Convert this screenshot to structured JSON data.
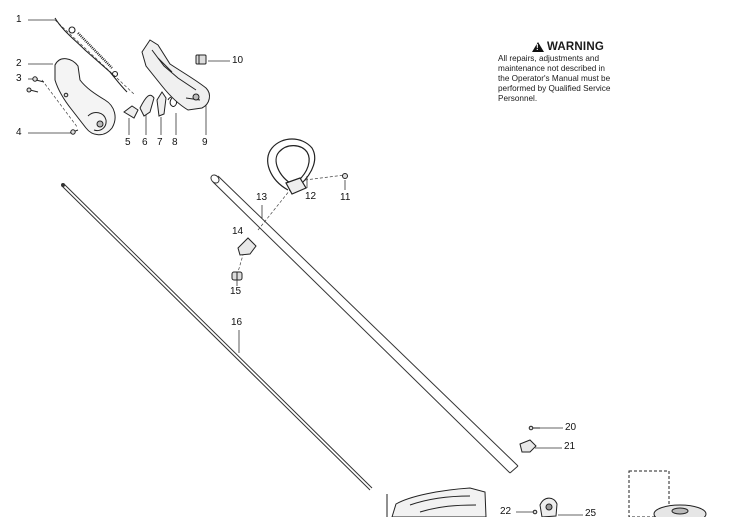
{
  "warning": {
    "icon": "warning-triangle-icon",
    "title": "WARNING",
    "lines": [
      "All repairs, adjustments and",
      "maintenance not described in",
      "the Operator's Manual must be",
      "performed by Qualified Service",
      "Personnel."
    ]
  },
  "callouts": {
    "c1": "1",
    "c2": "2",
    "c3": "3",
    "c4": "4",
    "c5": "5",
    "c6": "6",
    "c7": "7",
    "c8": "8",
    "c9": "9",
    "c10": "10",
    "c11": "11",
    "c12": "12",
    "c13": "13",
    "c14": "14",
    "c15": "15",
    "c16": "16",
    "c20": "20",
    "c21": "21",
    "c22": "22",
    "c25": "25"
  },
  "colors": {
    "ink": "#1a1a1a",
    "line": "#333333",
    "paper": "#ffffff"
  }
}
